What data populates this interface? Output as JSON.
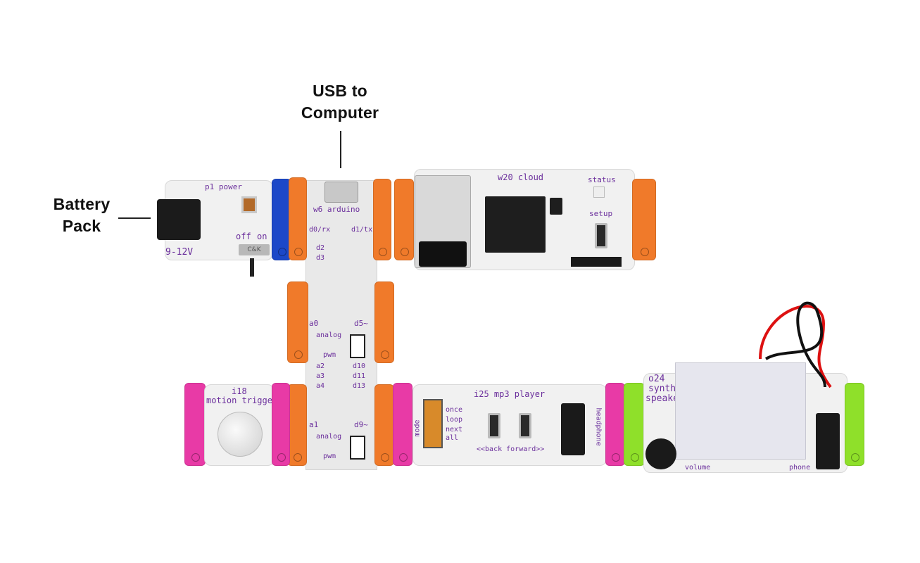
{
  "callouts": {
    "battery": "Battery\nPack",
    "usb": "USB to\nComputer"
  },
  "boards": {
    "power": {
      "name": "p1 power",
      "voltage": "9-12V",
      "off": "off",
      "on": "on",
      "switch": "C&K"
    },
    "arduino": {
      "name": "w6 arduino",
      "d0": "d0/rx",
      "d1": "d1/tx",
      "d2": "d2",
      "d3": "d3",
      "a0": "a0",
      "d5": "d5~",
      "analog": "analog",
      "pwm": "pwm",
      "a2": "a2",
      "a3": "a3",
      "a4": "a4",
      "d10": "d10",
      "d11": "d11",
      "d13": "d13",
      "a1": "a1",
      "d9": "d9~"
    },
    "cloud": {
      "name": "w20 cloud",
      "status": "status",
      "setup": "setup"
    },
    "motion": {
      "name_line1": "i18",
      "name_line2": "motion trigger"
    },
    "mp3": {
      "name": "i25 mp3 player",
      "mode": "mode",
      "once": "once",
      "loop": "loop",
      "next": "next",
      "all": "all",
      "nav": "<<back forward>>",
      "headphone": "headphone"
    },
    "synth": {
      "name_line1": "o24",
      "name_line2": "synth",
      "name_line3": "speaker",
      "volume": "volume",
      "phone": "phone"
    }
  },
  "colors": {
    "power_blue": "#1c48c8",
    "orange": "#f07a2a",
    "pink": "#e83aa6",
    "green": "#8fe02a",
    "pcb_purple": "#6b2f9c",
    "wire_red": "#d11",
    "wire_black": "#111"
  }
}
